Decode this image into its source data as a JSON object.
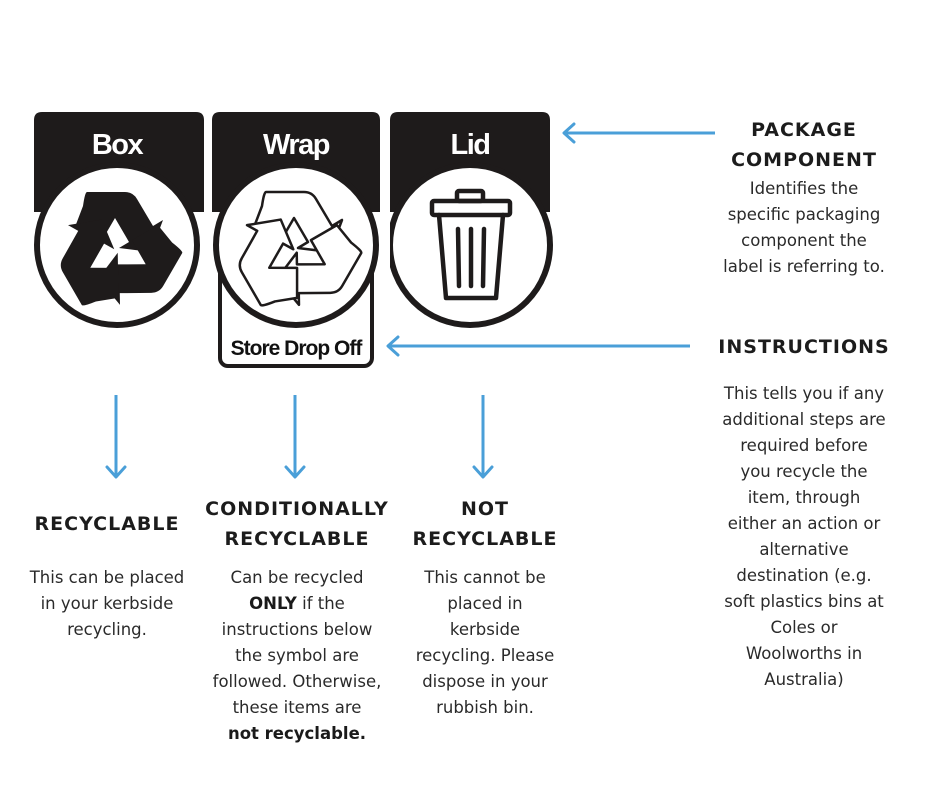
{
  "colors": {
    "arrow": "#4a9fd8",
    "label_dark": "#1e1b1b",
    "text": "#222222"
  },
  "labels": [
    {
      "tab": "Box",
      "icon": "recycle-solid-icon",
      "instruction": null
    },
    {
      "tab": "Wrap",
      "icon": "recycle-outline-icon",
      "instruction": "Store Drop Off"
    },
    {
      "tab": "Lid",
      "icon": "trash-bin-icon",
      "instruction": null
    }
  ],
  "callouts": {
    "package_component": {
      "title_line1": "PACKAGE",
      "title_line2": "COMPONENT",
      "lines": [
        "Identifies the",
        "specific packaging",
        "component the",
        "label is referring to."
      ]
    },
    "instructions": {
      "title": "INSTRUCTIONS",
      "lines": [
        "This tells you if any",
        "additional steps are",
        "required before",
        "you recycle the",
        "item, through",
        "either an action or",
        "alternative",
        "destination (e.g.",
        "soft plastics bins at",
        "Coles or",
        "Woolworths in",
        "Australia)"
      ]
    }
  },
  "categories": {
    "recyclable": {
      "title": "RECYCLABLE",
      "lines": [
        "This can be placed",
        "in your kerbside",
        "recycling."
      ]
    },
    "conditional": {
      "title_line1": "CONDITIONALLY",
      "title_line2": "RECYCLABLE",
      "line1_bold": "ONLY",
      "line1_rest": " if the",
      "line0": "Can be recycled",
      "lines": [
        "instructions below",
        "the symbol are",
        "followed. Otherwise,",
        "these items are"
      ],
      "last_bold": "not recyclable."
    },
    "not_recyclable": {
      "title_line1": "NOT",
      "title_line2": "RECYCLABLE",
      "lines": [
        "This cannot be",
        "placed in",
        "kerbside",
        "recycling. Please",
        "dispose in your",
        "rubbish bin."
      ]
    }
  }
}
